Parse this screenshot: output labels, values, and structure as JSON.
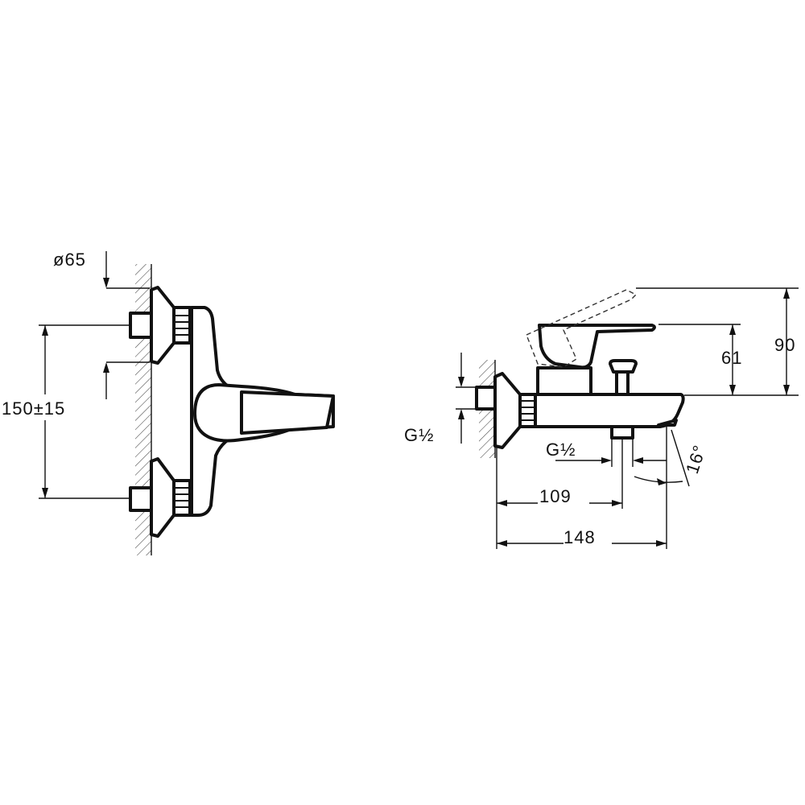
{
  "front_view": {
    "diameter_label": "ø65",
    "spacing_label": "150±15"
  },
  "side_view": {
    "inlet_thread_label": "G½",
    "outlet_thread_label": "G½",
    "height_lever_label": "61",
    "height_total_label": "90",
    "projection_outlet_label": "109",
    "projection_total_label": "148",
    "spout_angle_label": "16°"
  },
  "colors": {
    "line": "#111111",
    "background": "#ffffff"
  }
}
